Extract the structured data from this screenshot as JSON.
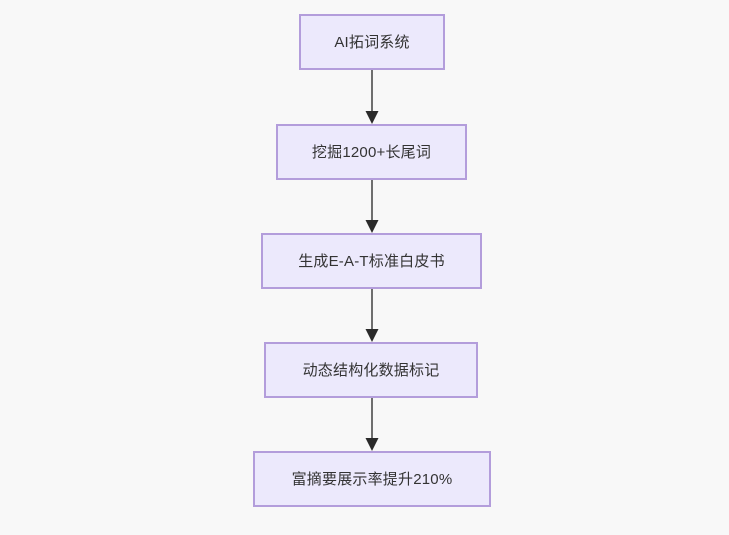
{
  "diagram": {
    "type": "flowchart",
    "orientation": "top-to-bottom",
    "background_color": "#f8f8f8",
    "node_fill_color": "#ece9fc",
    "node_border_color": "#b39ddb",
    "node_text_color": "#333333",
    "edge_line_color": "#6e6e6e",
    "edge_arrow_color": "#2a2a2a",
    "nodes": [
      {
        "id": "n0",
        "label": "AI拓词系统"
      },
      {
        "id": "n1",
        "label": "挖掘1200+长尾词"
      },
      {
        "id": "n2",
        "label": "生成E-A-T标准白皮书"
      },
      {
        "id": "n3",
        "label": "动态结构化数据标记"
      },
      {
        "id": "n4",
        "label": "富摘要展示率提升210%"
      }
    ],
    "edges": [
      {
        "id": "e0",
        "from": "n0",
        "to": "n1",
        "arrow": "arrow-down-icon"
      },
      {
        "id": "e1",
        "from": "n1",
        "to": "n2",
        "arrow": "arrow-down-icon"
      },
      {
        "id": "e2",
        "from": "n2",
        "to": "n3",
        "arrow": "arrow-down-icon"
      },
      {
        "id": "e3",
        "from": "n3",
        "to": "n4",
        "arrow": "arrow-down-icon"
      }
    ]
  }
}
